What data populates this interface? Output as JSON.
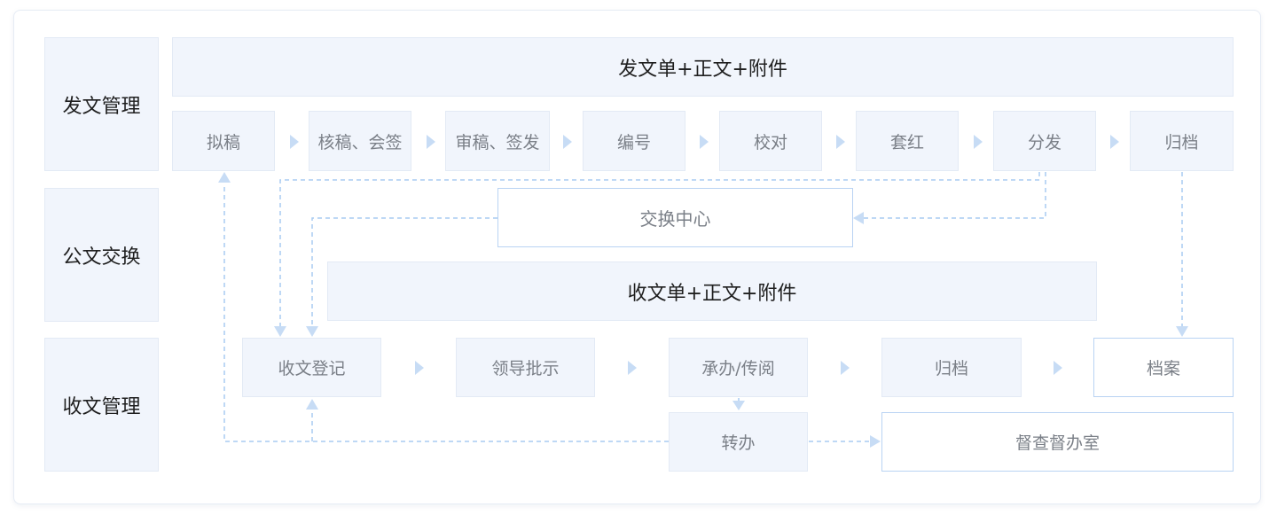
{
  "lanes": {
    "issue": "发文管理",
    "exchange": "公文交换",
    "receive": "收文管理"
  },
  "issue": {
    "banner": "发文单+正文+附件",
    "steps": [
      "拟稿",
      "核稿、会签",
      "审稿、签发",
      "编号",
      "校对",
      "套红",
      "分发",
      "归档"
    ]
  },
  "exchange": {
    "center": "交换中心"
  },
  "receive": {
    "banner": "收文单+正文+附件",
    "steps": [
      "收文登记",
      "领导批示",
      "承办/传阅",
      "归档",
      "档案"
    ],
    "transfer": "转办",
    "supervision": "督查督办室"
  },
  "colors": {
    "box_fill": "#f1f5fc",
    "outline": "#b9d3f3",
    "arrow": "#c7dcf5",
    "dashed_line": "#a9cbf2"
  }
}
